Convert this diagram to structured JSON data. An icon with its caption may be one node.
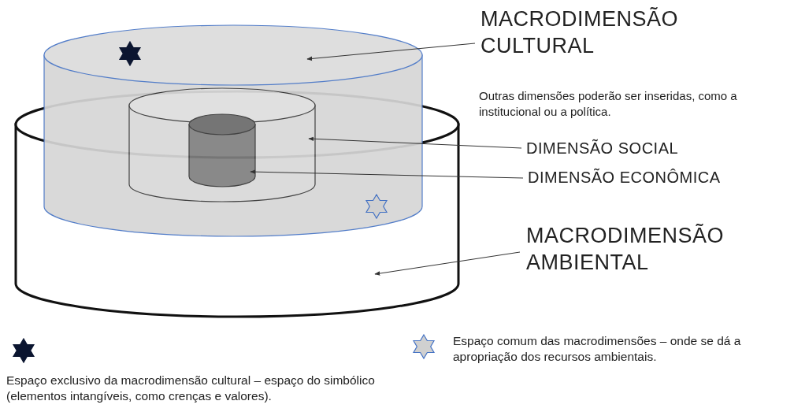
{
  "diagram": {
    "nodes": [
      {
        "text": [
          "MACRODIMENSÃO CULTURAL"
        ]
      },
      {
        "text": [],
        "shape": "cylinder"
      },
      {
        "text": [
          "DIMENSÃO SOCIAL"
        ]
      },
      {
        "text": [],
        "shape": "cylinder",
        "in": 1
      },
      {
        "text": [
          "DIMENSÃO ECONÔMICA"
        ]
      },
      {
        "text": [],
        "shape": "cylinder",
        "in": 3
      },
      {
        "text": [
          "MACRODIMENSÃO AMBIENTAL"
        ]
      },
      {
        "text": [],
        "shape": "cylinder"
      }
    ],
    "edges": [
      {
        "from": 0,
        "to": 1,
        "arrow": "to"
      },
      {
        "from": 2,
        "to": 3,
        "arrow": "to"
      },
      {
        "from": 4,
        "to": 5,
        "arrow": "to"
      },
      {
        "from": 6,
        "to": 7,
        "arrow": "to"
      }
    ],
    "labels": [
      "Outras dimensões poderão ser inseridas, como a institucional ou a política."
    ],
    "legend": [
      {
        "text": "Espaço exclusivo da macrodimensão cultural – espaço do simbólico (elementos intangíveis, como crenças e valores)."
      },
      {
        "text": "Espaço comum das macrodimensões – onde se dá a apropriação dos recursos ambientais."
      }
    ]
  }
}
